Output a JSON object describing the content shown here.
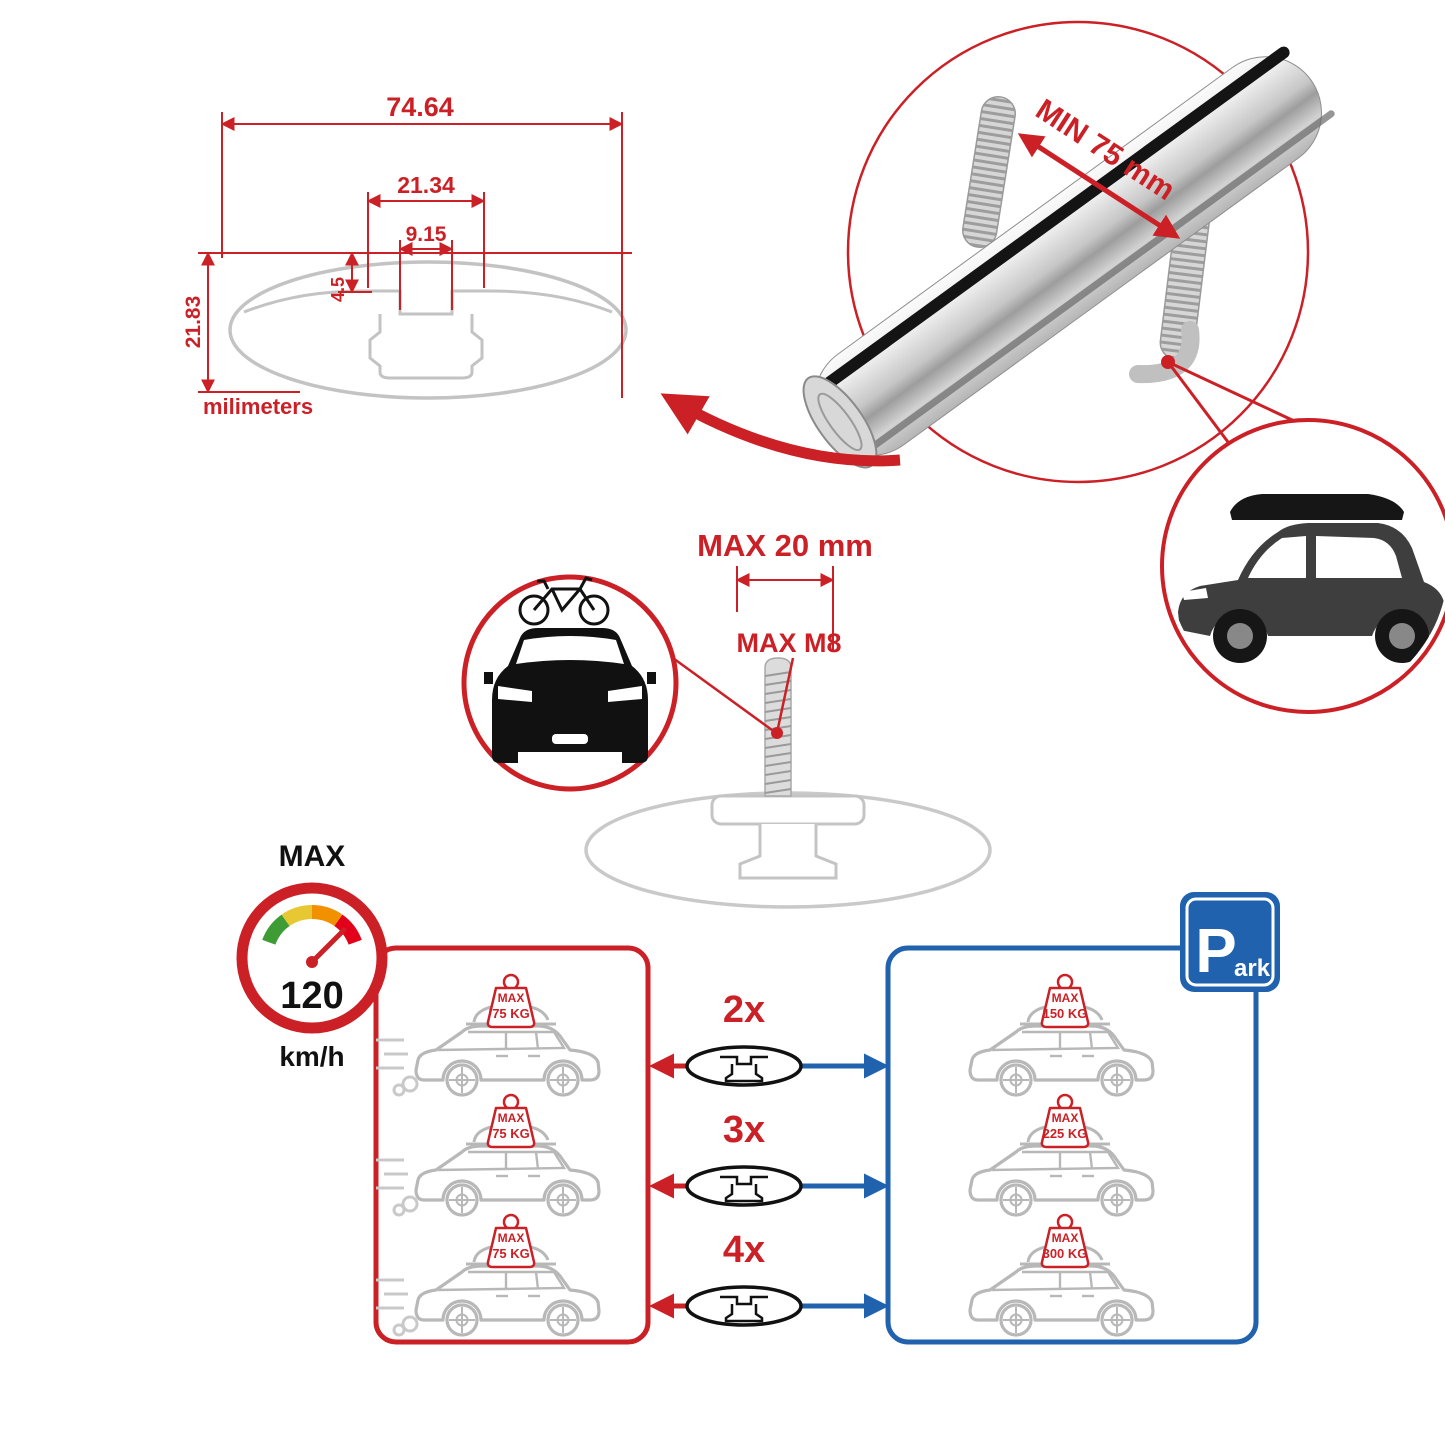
{
  "colors": {
    "red": "#cb2026",
    "blue": "#2062ae",
    "gray": "#c3c3c3",
    "black": "#111111"
  },
  "dimensions": {
    "total_width": "74.64",
    "mid_width": "21.34",
    "slot_width": "9.15",
    "slot_depth": "4.5",
    "total_height": "21.83",
    "unit": "milimeters"
  },
  "clamp": {
    "min_label": "MIN 75 mm"
  },
  "bolt": {
    "max_length": "MAX 20 mm",
    "max_thread": "MAX M8"
  },
  "speed": {
    "title": "MAX",
    "value": "120",
    "unit": "km/h"
  },
  "parking_sign": {
    "letter": "P",
    "suffix": "ark"
  },
  "counts": {
    "row1": "2x",
    "row2": "3x",
    "row3": "4x"
  },
  "load_left": {
    "car1": {
      "label": "MAX",
      "weight": "75 KG"
    },
    "car2": {
      "label": "MAX",
      "weight": "75 KG"
    },
    "car3": {
      "label": "MAX",
      "weight": "75 KG"
    }
  },
  "load_right": {
    "car1": {
      "label": "MAX",
      "weight": "150 KG"
    },
    "car2": {
      "label": "MAX",
      "weight": "225 KG"
    },
    "car3": {
      "label": "MAX",
      "weight": "300 KG"
    }
  }
}
